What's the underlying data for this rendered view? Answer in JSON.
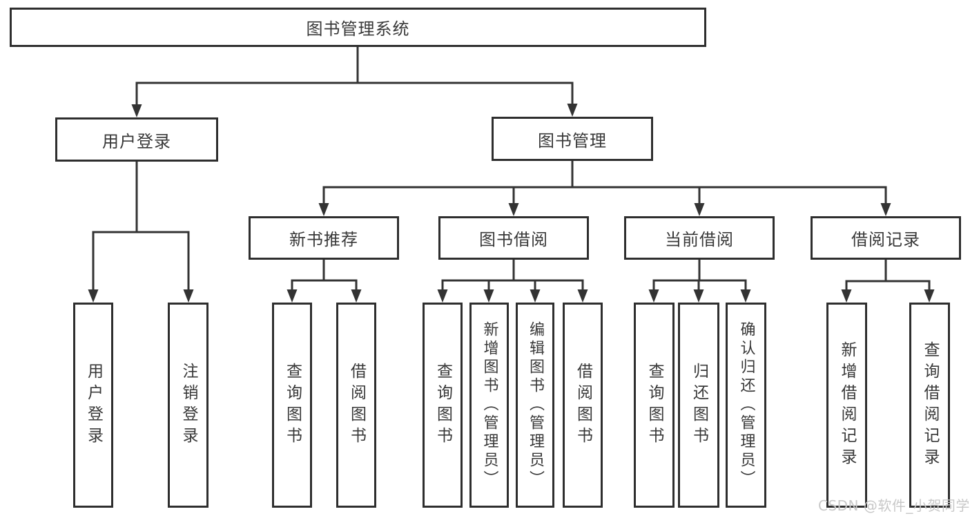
{
  "tree": {
    "label": "图书管理系统",
    "children": [
      {
        "label": "用户登录",
        "children": [
          {
            "label": "用户登录"
          },
          {
            "label": "注销登录"
          }
        ]
      },
      {
        "label": "图书管理",
        "children": [
          {
            "label": "新书推荐",
            "children": [
              {
                "label": "查询图书"
              },
              {
                "label": "借阅图书"
              }
            ]
          },
          {
            "label": "图书借阅",
            "children": [
              {
                "label": "查询图书"
              },
              {
                "label": "新增图书（管理员）"
              },
              {
                "label": "编辑图书（管理员）"
              },
              {
                "label": "借阅图书"
              }
            ]
          },
          {
            "label": "当前借阅",
            "children": [
              {
                "label": "查询图书"
              },
              {
                "label": "归还图书"
              },
              {
                "label": "确认归还（管理员）"
              }
            ]
          },
          {
            "label": "借阅记录",
            "children": [
              {
                "label": "新增借阅记录"
              },
              {
                "label": "查询借阅记录"
              }
            ]
          }
        ]
      }
    ]
  },
  "watermark": "CSDN @软件_小贺同学",
  "colors": {
    "line": "#333333",
    "border": "#2e2e2e",
    "text": "#383838",
    "background": "#ffffff",
    "watermark": "#c8c8c8"
  }
}
